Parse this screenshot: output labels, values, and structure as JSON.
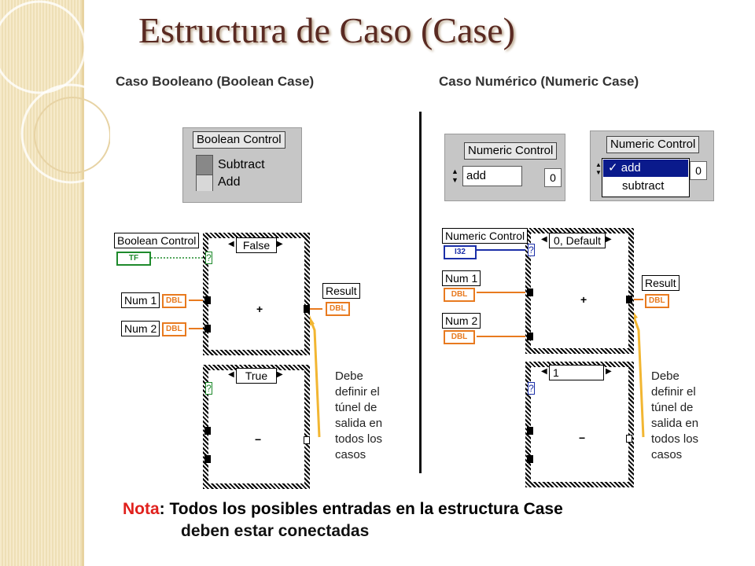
{
  "title": "Estructura de Caso (Case)",
  "subtitle_left": "Caso Booleano (Boolean Case)",
  "subtitle_right": "Caso Numérico (Numeric Case)",
  "boolean_panel": {
    "label": "Boolean Control",
    "option1": "Subtract",
    "option2": "Add"
  },
  "numeric_panel": {
    "label": "Numeric Control",
    "value": "add",
    "index": "0"
  },
  "numeric_menu": {
    "label": "Numeric Control",
    "selected": "✓ add",
    "other": "subtract",
    "index": "0"
  },
  "bool_diagram": {
    "control_label": "Boolean Control",
    "control_type": "TF",
    "case_false": "False",
    "case_true": "True",
    "num1": "Num 1",
    "num2": "Num 2",
    "dbl": "DBL",
    "result": "Result",
    "plus": "+",
    "minus": "−",
    "unknown": "?"
  },
  "num_diagram": {
    "control_label": "Numeric Control",
    "control_type": "I32",
    "case_default": "0, Default",
    "case_one": "1",
    "num1": "Num 1",
    "num2": "Num 2",
    "dbl": "DBL",
    "result": "Result",
    "plus": "+",
    "minus": "−",
    "unknown": "?"
  },
  "callout": {
    "l1": "Debe",
    "l2": "definir el",
    "l3": "túnel de",
    "l4": "salida en",
    "l5": "todos los",
    "l6": "casos"
  },
  "note": {
    "prefix": "Nota",
    "colon": ":",
    "line1": " Todos los posibles entradas en la estructura Case",
    "line2": "deben estar conectadas"
  },
  "colors": {
    "title": "#5a2a22",
    "wire_orange": "#e87a1f",
    "wire_green": "#1e8a2c",
    "wire_blue": "#1b2fa8",
    "arrow": "#f2b632",
    "note_red": "#e0201c"
  }
}
